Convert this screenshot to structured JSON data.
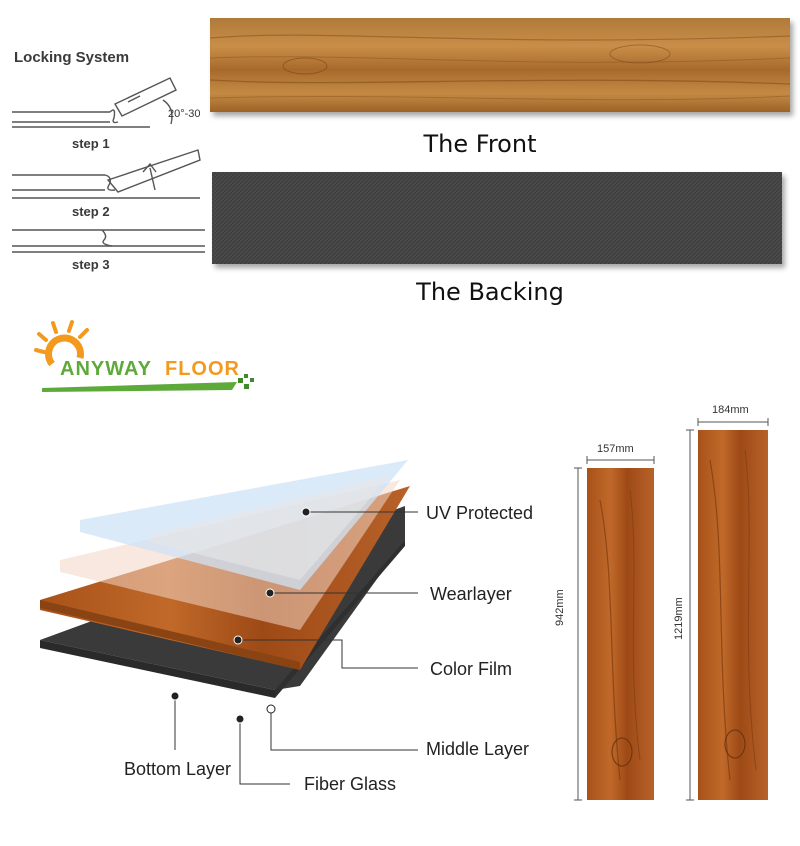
{
  "locking": {
    "title": "Locking System",
    "angle": "20°-30",
    "steps": [
      "step 1",
      "step 2",
      "step 3"
    ]
  },
  "panels": {
    "front_caption": "The Front",
    "backing_caption": "The Backing"
  },
  "brand": {
    "name_a": "ANYWAY",
    "name_b": "FLOOR",
    "color_orange": "#f39a1e",
    "color_green": "#5daa3a"
  },
  "layers": {
    "uv": "UV Protected",
    "wear": "Wearlayer",
    "color_film": "Color Film",
    "middle": "Middle Layer",
    "bottom": "Bottom Layer",
    "fiber": "Fiber Glass"
  },
  "dimensions": {
    "plank_a_width": "157mm",
    "plank_a_length": "942mm",
    "plank_b_width": "184mm",
    "plank_b_length": "1219mm"
  },
  "colors": {
    "wood": "#b5651d",
    "backing": "#444444",
    "uv_layer": "#cfe3f6"
  }
}
